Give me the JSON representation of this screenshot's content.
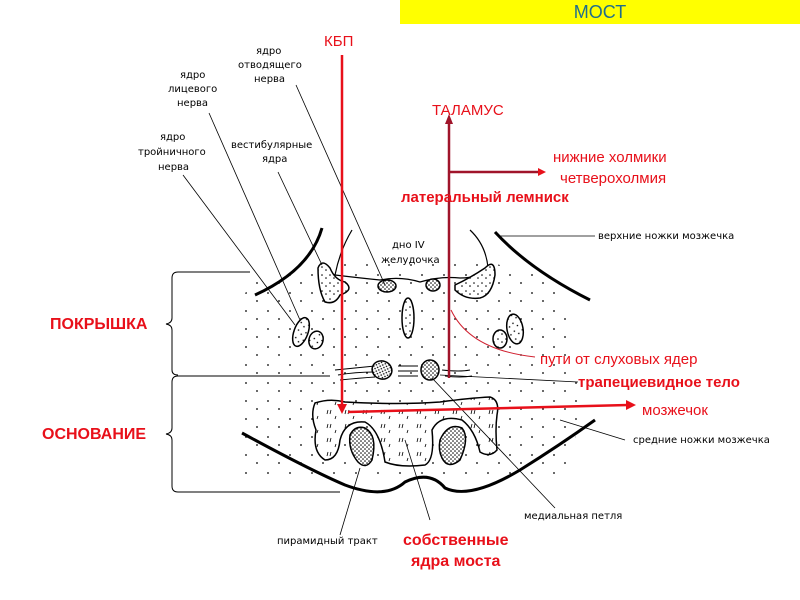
{
  "header": {
    "title": "МОСТ"
  },
  "colors": {
    "title_bg": "#ffff00",
    "title_text": "#1f6e8c",
    "pathway_red": "#e8101a",
    "lemniscus_dark_red": "#a0142a"
  },
  "labels": {
    "kbp": "КБП",
    "thalamus": "ТАЛАМУС",
    "inferior_colliculi_1": "нижние холмики",
    "inferior_colliculi_2": "четверохолмия",
    "lateral_lemniscus": "латеральный лемниск",
    "abducens_nucleus_1": "ядро",
    "abducens_nucleus_2": "отводящего",
    "abducens_nucleus_3": "нерва",
    "facial_nucleus_1": "ядро",
    "facial_nucleus_2": "лицевого",
    "facial_nucleus_3": "нерва",
    "trigeminal_nucleus_1": "ядро",
    "trigeminal_nucleus_2": "тройничного",
    "trigeminal_nucleus_3": "нерва",
    "vestibular_nuclei_1": "вестибулярные",
    "vestibular_nuclei_2": "ядра",
    "fourth_ventricle_floor_1": "дно IV",
    "fourth_ventricle_floor_2": "желудочка",
    "superior_peduncles": "верхние ножки мозжечка",
    "tegmentum": "ПОКРЫШКА",
    "basis": "ОСНОВАНИЕ",
    "auditory_pathways": "пути от слуховых ядер",
    "trapezoid_body": "трапециевидное тело",
    "cerebellum": "мозжечок",
    "middle_peduncles": "средние ножки мозжечка",
    "medial_lemniscus": "медиальная петля",
    "pyramidal_tract": "пирамидный тракт",
    "pontine_nuclei_1": "собственные",
    "pontine_nuclei_2": "ядра моста"
  }
}
